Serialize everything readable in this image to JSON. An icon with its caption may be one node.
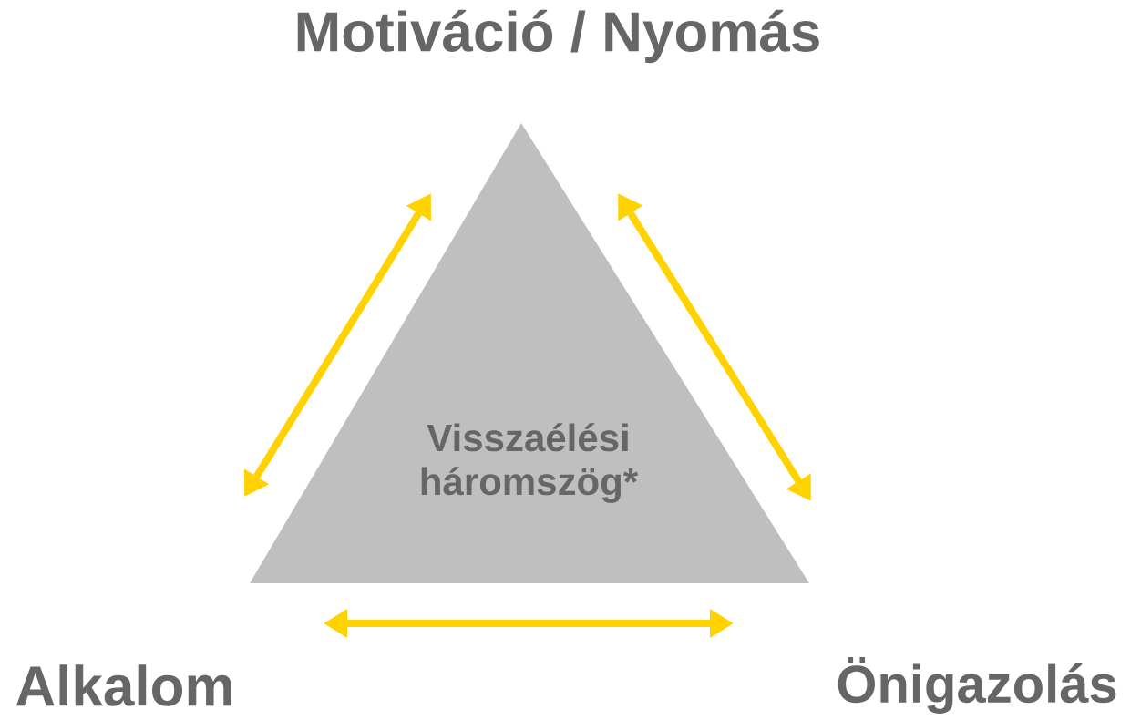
{
  "diagram": {
    "nodes": [
      {
        "text": [
          "Motiváció / Nyomás"
        ]
      },
      {
        "text": [
          "Alkalom"
        ]
      },
      {
        "text": [
          "Önigazolás"
        ]
      },
      {
        "text": [
          "Visszaélési háromszög*"
        ]
      }
    ]
  }
}
